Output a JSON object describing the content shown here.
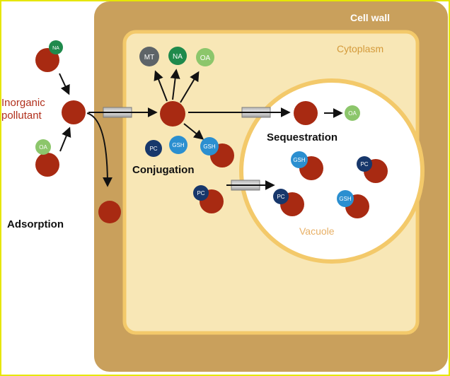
{
  "labels": {
    "cell_wall": "Cell wall",
    "cytoplasm": "Cytoplasm",
    "vacuole": "Vacuole",
    "inorganic_line1": "Inorganic",
    "inorganic_line2": "pollutant",
    "adsorption": "Adsorption",
    "conjugation": "Conjugation",
    "sequestration": "Sequestration"
  },
  "molecules": {
    "na": "NA",
    "oa": "OA",
    "mt": "MT",
    "pc": "PC",
    "gsh": "GSH"
  },
  "colors": {
    "cell_wall": "#c9a05c",
    "cytoplasm": "#f8e7b6",
    "cytoplasm_border": "#f3c96a",
    "vacuole": "#ffffff",
    "pollutant": "#a82a12",
    "na": "#1f8a4c",
    "oa": "#8cc66b",
    "mt": "#5e6468",
    "pc": "#17376b",
    "gsh": "#2b8fd0",
    "label_red": "#b1301c",
    "label_gold": "#d49a3a"
  }
}
